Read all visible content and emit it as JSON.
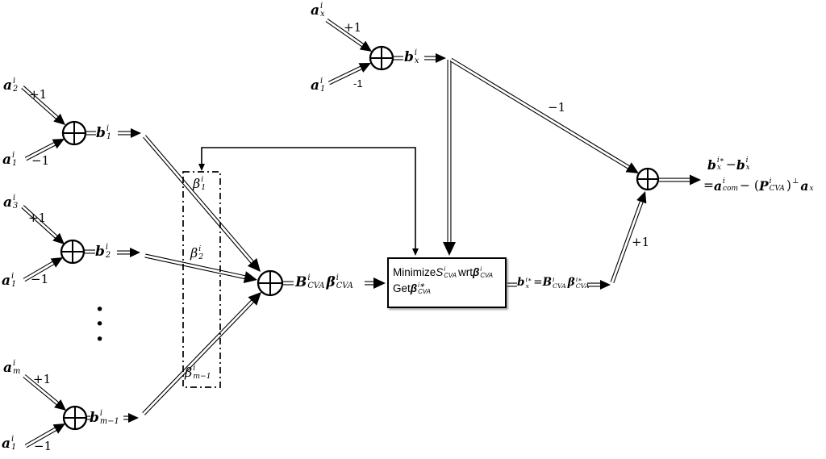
{
  "sum_groups": [
    {
      "id": "group-1",
      "top": {
        "label": [
          {
            "v": "a",
            "bold": 1,
            "sup": "i",
            "sub": "2"
          }
        ],
        "weight": "+1"
      },
      "bottom": {
        "label": [
          {
            "v": "a",
            "bold": 1,
            "sup": "i",
            "sub": "1"
          }
        ],
        "weight": "−1"
      },
      "output": [
        {
          "v": "b",
          "bold": 1,
          "sup": "i",
          "sub": "1"
        }
      ]
    },
    {
      "id": "group-2",
      "top": {
        "label": [
          {
            "v": "a",
            "bold": 1,
            "sup": "i",
            "sub": "3"
          }
        ],
        "weight": "+1"
      },
      "bottom": {
        "label": [
          {
            "v": "a",
            "bold": 1,
            "sup": "i",
            "sub": "1"
          }
        ],
        "weight": "−1"
      },
      "output": [
        {
          "v": "b",
          "bold": 1,
          "sup": "i",
          "sub": "2"
        }
      ]
    },
    {
      "id": "group-m",
      "top": {
        "label": [
          {
            "v": "a",
            "bold": 1,
            "sup": "i",
            "sub": "m"
          }
        ],
        "weight": "+1"
      },
      "bottom": {
        "label": [
          {
            "v": "a",
            "bold": 1,
            "sup": "i",
            "sub": "1"
          }
        ],
        "weight": "−1"
      },
      "output": [
        {
          "v": "b",
          "bold": 1,
          "sup": "i",
          "sub": "m−1"
        }
      ]
    },
    {
      "id": "group-x",
      "top": {
        "label": [
          {
            "v": "a",
            "bold": 1,
            "sup": "i",
            "sub": "x"
          }
        ],
        "weight": "+1"
      },
      "bottom": {
        "label": [
          {
            "v": "a",
            "bold": 1,
            "sup": "i",
            "sub": "1"
          }
        ],
        "weight": "-1"
      },
      "output": [
        {
          "v": "b",
          "bold": 1,
          "sup": "i",
          "sub": "x"
        }
      ]
    }
  ],
  "beta_box": {
    "beta1": [
      {
        "v": "β",
        "sup": "i",
        "sub": "1"
      }
    ],
    "beta2": [
      {
        "v": "β",
        "sup": "i",
        "sub": "2"
      }
    ],
    "beta_m1": [
      {
        "v": "β",
        "sup": "i",
        "sub": "m−1"
      }
    ]
  },
  "ellipsis_dot": "•",
  "mid_sum_output": [
    {
      "v": "B",
      "bold": 1,
      "sup": "i",
      "sub": "CVA"
    },
    {
      "v": "β",
      "bold": 1,
      "sup": "i",
      "sub": "CVA"
    }
  ],
  "minimize_box": {
    "line1": [
      {
        "v": "Minimize ",
        "plain": 1
      },
      {
        "v": "S",
        "sup": "i",
        "sub": "CVA"
      },
      {
        "v": " wrt ",
        "plain": 1
      },
      {
        "v": "β",
        "bold": 1,
        "sup": "i",
        "sub": "CVA"
      }
    ],
    "line2": [
      {
        "v": "Get ",
        "plain": 1
      },
      {
        "v": "β",
        "bold": 1,
        "sup": "i∗",
        "sub": "CVA"
      }
    ]
  },
  "box_output": [
    {
      "v": "b",
      "bold": 1,
      "sup": "i∗",
      "sub": "x"
    },
    {
      "v": " = ",
      "plain": 1
    },
    {
      "v": "B",
      "bold": 1,
      "sup": "i",
      "sub": "CVA"
    },
    {
      "v": "β",
      "bold": 1,
      "sup": "i∗",
      "sub": "CVA"
    }
  ],
  "edge_weights": {
    "bx_to_output_sum": "−1",
    "bxstar_to_output_sum": "+1"
  },
  "final_output": {
    "line1": [
      {
        "v": "b",
        "bold": 1,
        "sup": "i∗",
        "sub": "x"
      },
      {
        "v": " − ",
        "plain": 1
      },
      {
        "v": "b",
        "bold": 1,
        "sup": "i",
        "sub": "x"
      }
    ],
    "line2": [
      {
        "v": "= ",
        "plain": 1
      },
      {
        "v": "a",
        "bold": 1,
        "sup": "i",
        "sub": "com"
      },
      {
        "v": " − (",
        "plain": 1
      },
      {
        "v": "P",
        "bold": 1,
        "sup": "i",
        "sub": "CVA"
      },
      {
        "v": ")",
        "plain": 1,
        "sup": "⊥"
      },
      {
        "v": "a",
        "bold": 1,
        "sub": "x"
      }
    ]
  }
}
